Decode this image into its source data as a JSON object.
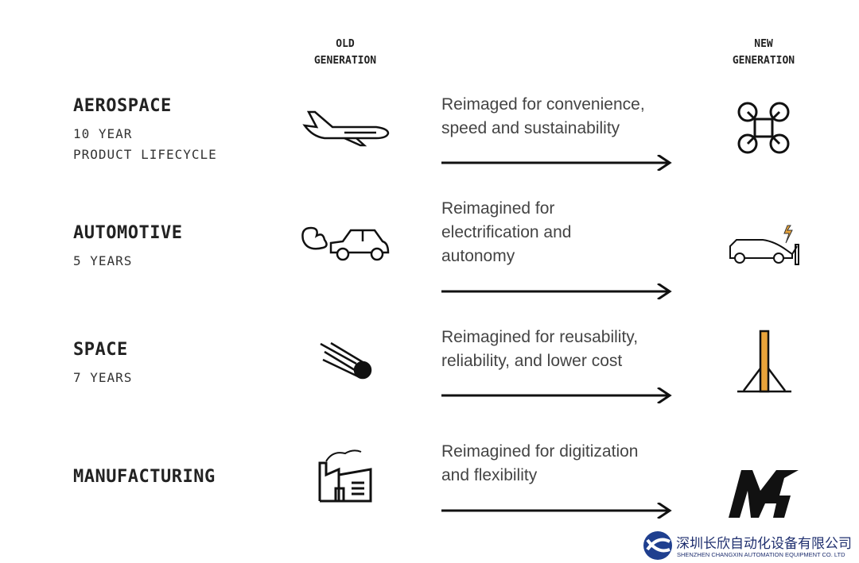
{
  "columns": {
    "old": "OLD\nGENERATION",
    "old_l1": "OLD",
    "old_l2": "GENERATION",
    "new_l1": "NEW",
    "new_l2": "GENERATION"
  },
  "rows": [
    {
      "title": "AEROSPACE",
      "sub1": "10 YEAR",
      "sub2": "PRODUCT LIFECYCLE",
      "desc1": "Reimaged for convenience,",
      "desc2": "speed and sustainability",
      "desc3": "",
      "old_icon": "airplane-icon",
      "new_icon": "drone-icon"
    },
    {
      "title": "AUTOMOTIVE",
      "sub1": "5 YEARS",
      "sub2": "",
      "desc1": "Reimagined for",
      "desc2": "electrification and",
      "desc3": "autonomy",
      "old_icon": "exhaust-car-icon",
      "new_icon": "electric-car-charging-icon"
    },
    {
      "title": "SPACE",
      "sub1": "7 YEARS",
      "sub2": "",
      "desc1": "Reimagined for reusability,",
      "desc2": "reliability, and lower cost",
      "desc3": "",
      "old_icon": "meteor-icon",
      "new_icon": "rocket-landing-icon"
    },
    {
      "title": "MANUFACTURING",
      "sub1": "",
      "sub2": "",
      "desc1": "Reimagined for digitization",
      "desc2": "and flexibility",
      "desc3": "",
      "old_icon": "factory-icon",
      "new_icon": "brand-logo-icon"
    }
  ],
  "watermark": {
    "cn": "深圳长欣自动化设备有限公司",
    "en": "SHENZHEN CHANGXIN AUTOMATION EQUIPMENT CO. LTD"
  },
  "colors": {
    "accent": "#e8a33a",
    "text": "#222222",
    "logo_blue": "#1f3f8f"
  }
}
